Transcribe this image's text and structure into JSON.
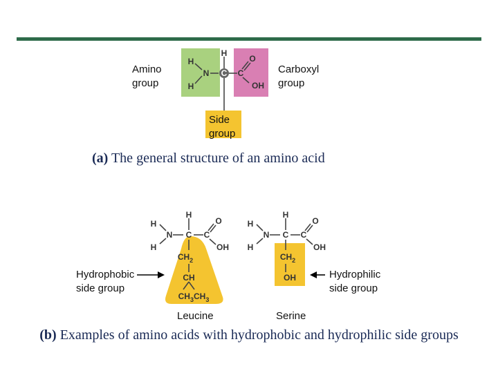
{
  "part_a": {
    "labels": {
      "amino": "Amino\ngroup",
      "carboxyl": "Carboxyl\ngroup",
      "side": "Side\ngroup"
    },
    "caption_letter": "(a)",
    "caption_text": "The general structure of an amino acid"
  },
  "part_b": {
    "labels": {
      "hydrophobic": "Hydrophobic\nside group",
      "hydrophilic": "Hydrophilic\nside group",
      "leucine": "Leucine",
      "serine": "Serine"
    },
    "caption_letter": "(b)",
    "caption_text": "Examples of amino acids with hydrophobic and hydrophilic side groups"
  },
  "atoms": {
    "H": "H",
    "N": "N",
    "C": "C",
    "O": "O",
    "OH": "OH",
    "CH2": "CH",
    "CH": "CH",
    "CH3CH3": "CH",
    "sub2": "2",
    "sub3": "3"
  },
  "colors": {
    "rule": "#2e6b4a",
    "amino_box": "#a9d17f",
    "carboxyl_box": "#d97fb3",
    "side_box": "#f4c430",
    "central_carbon": "#666666",
    "caption_text": "#1a2a55"
  }
}
